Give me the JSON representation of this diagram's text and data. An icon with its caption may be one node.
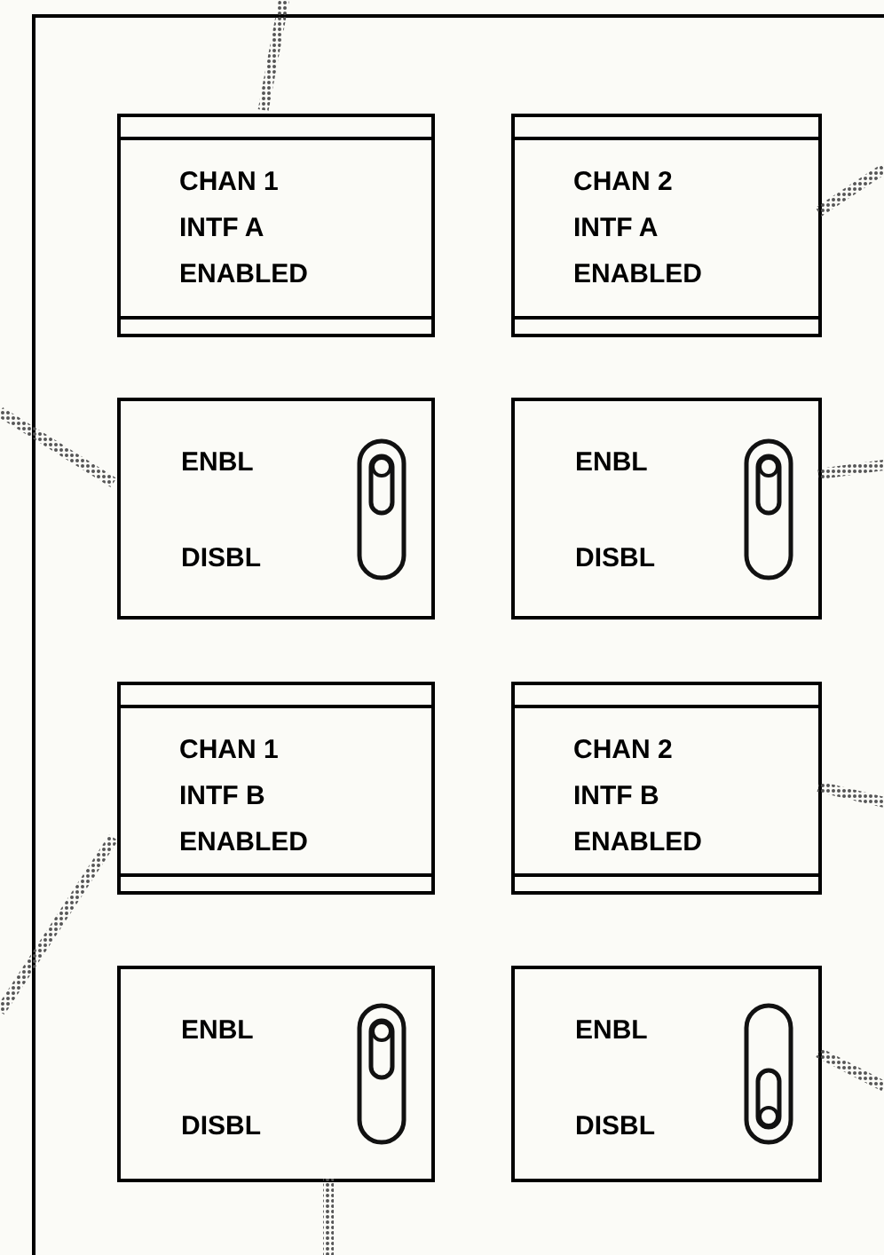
{
  "diagram": {
    "nodes": [
      {
        "text": [],
        "shape": "box"
      },
      {
        "text": [
          "CHAN 1 INTF A ENABLED"
        ],
        "in": 0
      },
      {
        "text": [
          "CHAN 2 INTF A ENABLED"
        ],
        "in": 0
      },
      {
        "text": [
          "ENBL",
          "DISBL"
        ],
        "in": 0
      },
      {
        "text": [
          "ENBL",
          "DISBL"
        ],
        "in": 0
      },
      {
        "text": [
          "CHAN 1 INTF B ENABLED"
        ],
        "in": 0
      },
      {
        "text": [
          "CHAN 2 INTF B ENABLED"
        ],
        "in": 0
      },
      {
        "text": [
          "ENBL",
          "DISBL"
        ],
        "in": 0
      },
      {
        "text": [
          "ENBL",
          "DISBL"
        ],
        "in": 0
      }
    ],
    "edges": [
      {
        "from": null,
        "to": 1,
        "arrow": "none"
      },
      {
        "from": null,
        "to": 2,
        "arrow": "none"
      },
      {
        "from": null,
        "to": 3,
        "arrow": "none"
      },
      {
        "from": null,
        "to": 4,
        "arrow": "none"
      },
      {
        "from": null,
        "to": 5,
        "arrow": "none"
      },
      {
        "from": null,
        "to": 6,
        "arrow": "none"
      },
      {
        "from": null,
        "to": 7,
        "arrow": "none"
      },
      {
        "from": null,
        "to": 8,
        "arrow": "none"
      }
    ]
  }
}
